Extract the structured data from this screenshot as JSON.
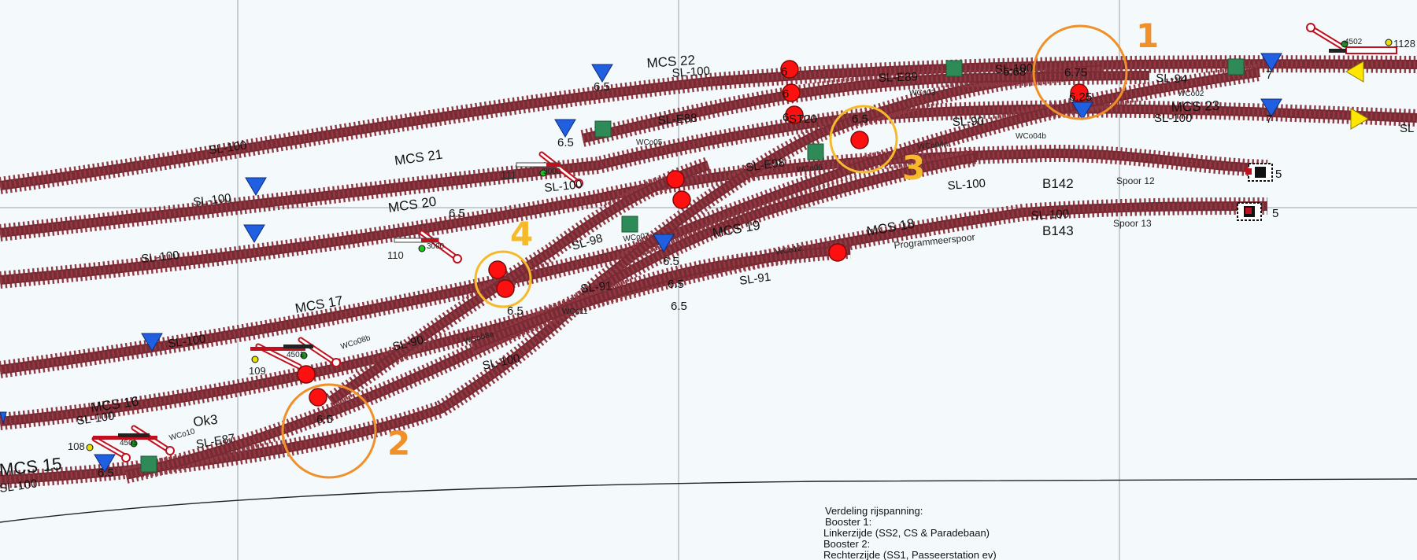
{
  "colors": {
    "rail": "#7a2a33",
    "tie": "#8f3a44",
    "background": "#f4fafb",
    "signal_red": "#ff0000",
    "block_green": "#2e8b57",
    "marker_blue": "#1f5fe0",
    "marker_yellow": "#ffe600",
    "callout_orange": "#f0902a",
    "callout_yellow": "#f6b92a"
  },
  "track_labels": [
    "SL-100",
    "SL-100",
    "SL-100",
    "SL-100",
    "SL-100",
    "SL-100",
    "SL-100",
    "SL-100",
    "SL-100",
    "SL-100",
    "SL-100",
    "SL-100",
    "SL-100",
    "SL-E88",
    "SL-E89",
    "SL-E87",
    "SL-E98",
    "SL-94",
    "SL-90",
    "SL-90",
    "SL-91",
    "SL-91",
    "SL-98",
    "SL-96",
    "SL",
    "ST20"
  ],
  "section_labels": [
    "MCS 22",
    "MCS 21",
    "MCS 20",
    "MCS 17",
    "MCS 16",
    "MCS 15",
    "MCS 19",
    "MCS 18",
    "MCS 23",
    "B142",
    "B143",
    "Ok3"
  ],
  "switch_labels": [
    "WCo03",
    "WCo05",
    "WCo02",
    "WCo04a",
    "WCo04b",
    "WCo06",
    "WCo07",
    "WCo08b",
    "WCo08a",
    "WCo11",
    "WCo12",
    "WCo10"
  ],
  "speed_labels": [
    "6.5",
    "6.5",
    "6.5",
    "6.5",
    "6.5",
    "6.5",
    "6.5",
    "6.5",
    "6.5",
    "6.5",
    "6.5",
    "6.68",
    "6.75",
    "6.25",
    "7",
    "7",
    "5",
    "5",
    "6",
    "6",
    "6"
  ],
  "track_names": [
    "Spoor 12",
    "Spoor 13",
    "Programmeerspoor"
  ],
  "device_numbers": [
    "111",
    "3000",
    "110",
    "3000",
    "109",
    "4501",
    "108",
    "4501",
    "4502",
    "1128"
  ],
  "callouts": [
    "1",
    "2",
    "3",
    "4"
  ],
  "legend": {
    "title": "Verdeling rijspanning:",
    "line1": "Booster 1:",
    "line2": "Linkerzijde (SS2, CS & Paradebaan)",
    "line3": "Booster 2:",
    "line4": "Rechterzijde (SS1, Passeerstation ev)"
  }
}
